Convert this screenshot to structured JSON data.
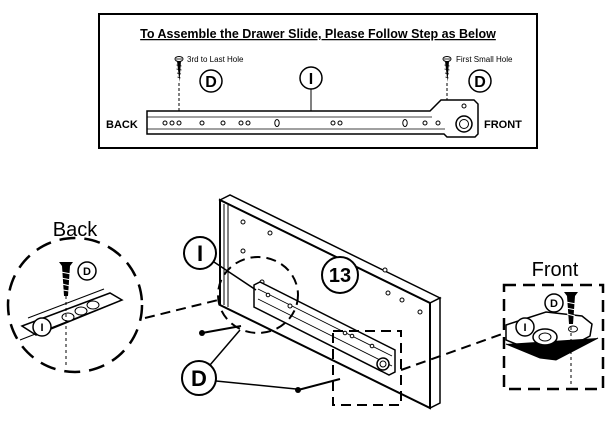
{
  "instructions": {
    "heading": "To Assemble the Drawer Slide, Please Follow Step as Below",
    "back_hole_label": "3rd to Last Hole",
    "front_hole_label": "First Small Hole",
    "back_side": "BACK",
    "front_side": "FRONT",
    "screw_letter": "D",
    "slide_letter": "I"
  },
  "assembly": {
    "back_label": "Back",
    "front_label": "Front",
    "panel_number": "13",
    "slide_letter": "I",
    "screw_letter": "D"
  }
}
